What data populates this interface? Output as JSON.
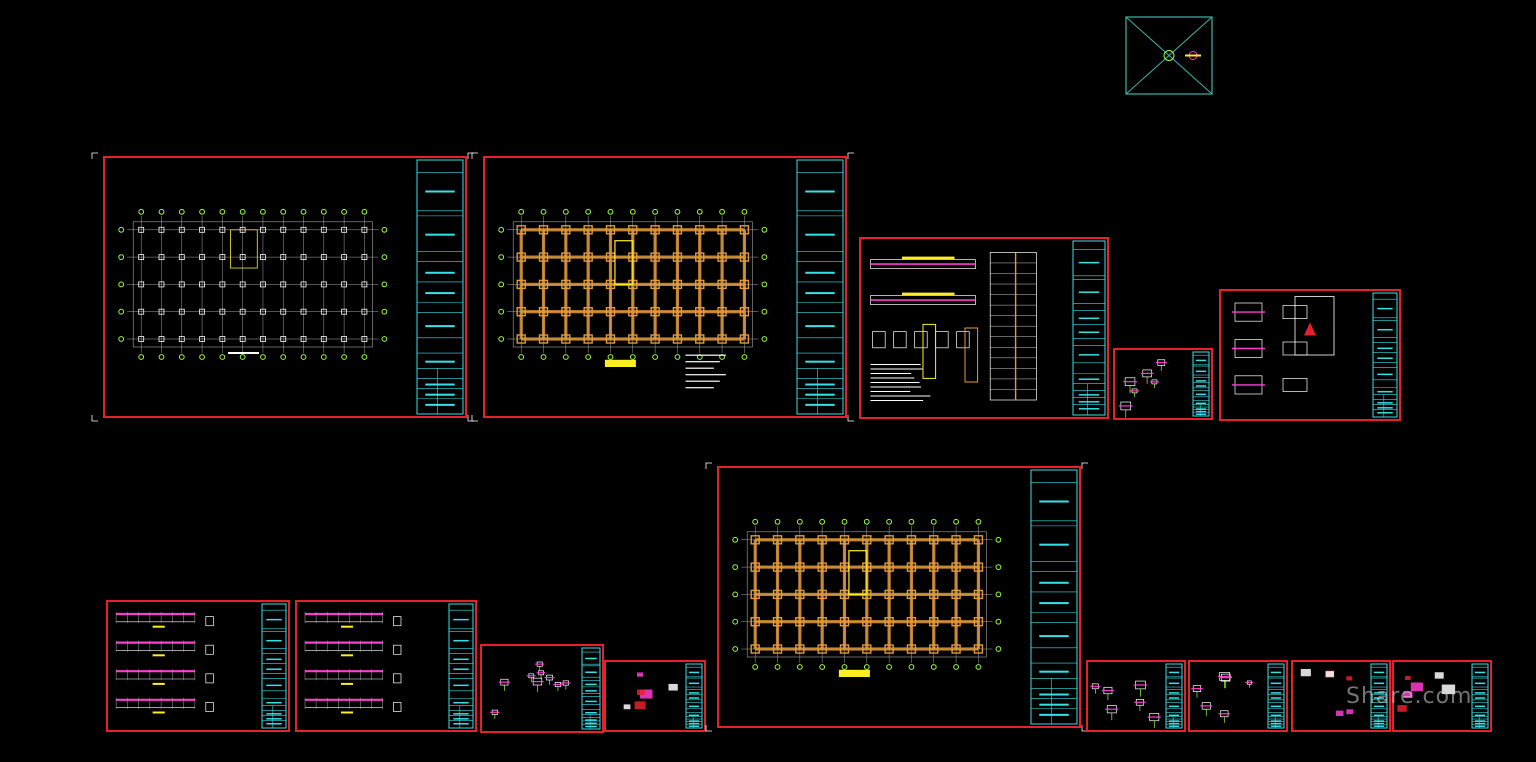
{
  "viewport": {
    "background": "#000000"
  },
  "colors": {
    "sheet_border": "#e8202a",
    "title_block": "#37e0e6",
    "grid_marker": "#9cff3c",
    "grid_line": "#a6a6a6",
    "column_member": "#e39a3a",
    "hatch_magenta": "#ff3cd0",
    "yellow": "#ffee22",
    "white": "#ffffff",
    "view_cube": "#3fb2a8"
  },
  "drawings": [
    {
      "name": "sheet-ground-plan",
      "content": "plan-grid"
    },
    {
      "name": "sheet-foundation-plan",
      "content": "plan-orange"
    },
    {
      "name": "sheet-beam-details",
      "content": "beam-details"
    },
    {
      "name": "sheet-detail-small-1",
      "content": "small-details"
    },
    {
      "name": "sheet-detail-sections",
      "content": "sections"
    },
    {
      "name": "sheet-beam-elevations-1",
      "content": "elevations"
    },
    {
      "name": "sheet-beam-elevations-2",
      "content": "elevations"
    },
    {
      "name": "sheet-detail-small-2",
      "content": "small-details"
    },
    {
      "name": "sheet-detail-small-3",
      "content": "small-red"
    },
    {
      "name": "sheet-floor-plan",
      "content": "plan-orange-large"
    },
    {
      "name": "sheet-detail-small-4",
      "content": "small-details"
    },
    {
      "name": "sheet-detail-small-5",
      "content": "small-details"
    },
    {
      "name": "sheet-detail-small-6",
      "content": "small-blocks"
    },
    {
      "name": "sheet-detail-small-7",
      "content": "small-blocks"
    }
  ],
  "view_cube": {
    "icon": "view-cube-icon"
  },
  "watermark": {
    "text": "Share.com"
  }
}
